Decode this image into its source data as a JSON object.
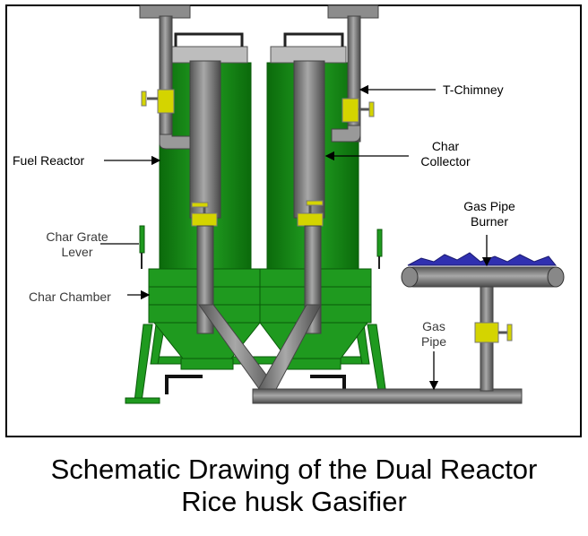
{
  "labels": {
    "t_chimney": "T-Chimney",
    "fuel_reactor": "Fuel Reactor",
    "char_collector_1": "Char",
    "char_collector_2": "Collector",
    "gas_pipe_burner_1": "Gas Pipe",
    "gas_pipe_burner_2": "Burner",
    "char_grate_lever_1": "Char Grate",
    "char_grate_lever_2": "Lever",
    "char_chamber": "Char Chamber",
    "gas_pipe_1": "Gas",
    "gas_pipe_2": "Pipe"
  },
  "caption": {
    "line1": "Schematic Drawing of the Dual Reactor",
    "line2": "Rice husk Gasifier"
  },
  "colors": {
    "reactor_green": "#1b8f1b",
    "dark_green": "#0a5a0a",
    "pipe_gray": "#777777",
    "valve_yellow": "#d4d400",
    "flame_blue": "#3030b0"
  }
}
